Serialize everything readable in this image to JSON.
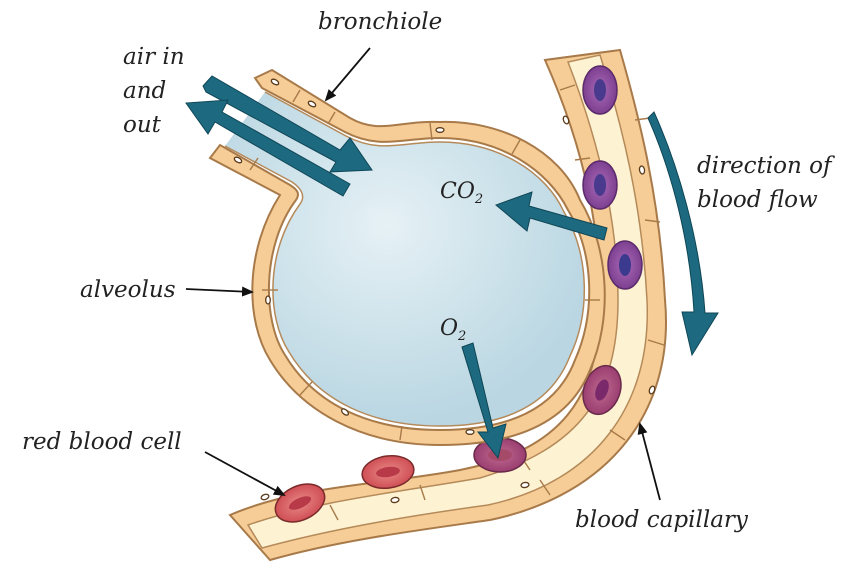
{
  "labels": {
    "bronchiole": "bronchiole",
    "air_line1": "air in",
    "air_line2": "and",
    "air_line3": "out",
    "alveolus": "alveolus",
    "direction_line1": "direction of",
    "direction_line2": "blood flow",
    "red_blood_cell": "red blood cell",
    "blood_capillary": "blood capillary",
    "co2_main": "CO",
    "co2_sub": "2",
    "o2_main": "O",
    "o2_sub": "2"
  },
  "colors": {
    "arrow_teal": "#1d6a80",
    "wall_tan": "#f6cd96",
    "wall_outline": "#a87a4a",
    "alveolus_fill": "#d2e6ee",
    "capillary_fill": "#fdf3d3",
    "rbc_red": "#d65a5e",
    "rbc_purple": "#8a4a9a",
    "rbc_center_red": "#b83a48",
    "rbc_center_purple": "#3c3a8e"
  }
}
